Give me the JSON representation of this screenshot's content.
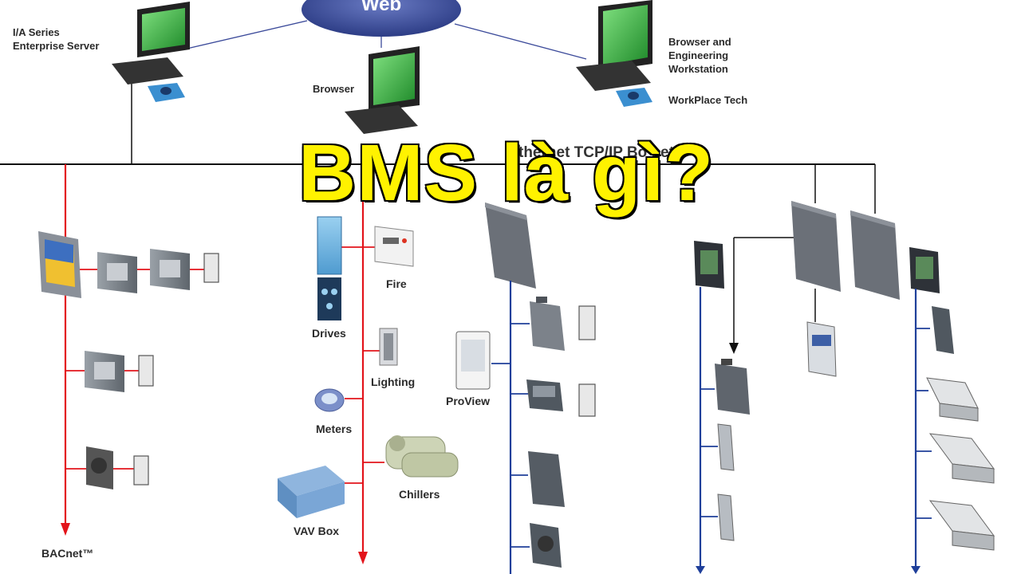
{
  "title": "BMS là gì?",
  "cloud": {
    "label": "Web"
  },
  "workstations": {
    "server": {
      "label": "I/A Series\nEnterprise Server"
    },
    "browser": {
      "label": "Browser"
    },
    "engineering": {
      "label": "Browser and\nEngineering\nWorkstation",
      "sub": "WorkPlace Tech"
    }
  },
  "bus": {
    "label": "thernet TCP/IP  Bo       net/IP"
  },
  "branches": {
    "bacnet": {
      "label": "BACnet™"
    },
    "fire": {
      "label": "Fire"
    },
    "drives": {
      "label": "Drives"
    },
    "lighting": {
      "label": "Lighting"
    },
    "meters": {
      "label": "Meters"
    },
    "chillers": {
      "label": "Chillers"
    },
    "vav": {
      "label": "VAV Box"
    },
    "proview": {
      "label": "ProView"
    }
  },
  "colors": {
    "red": "#e3141b",
    "blue": "#1f3f9a",
    "black": "#111111",
    "title": "#fff200",
    "cloud": "#3d4f9a"
  }
}
